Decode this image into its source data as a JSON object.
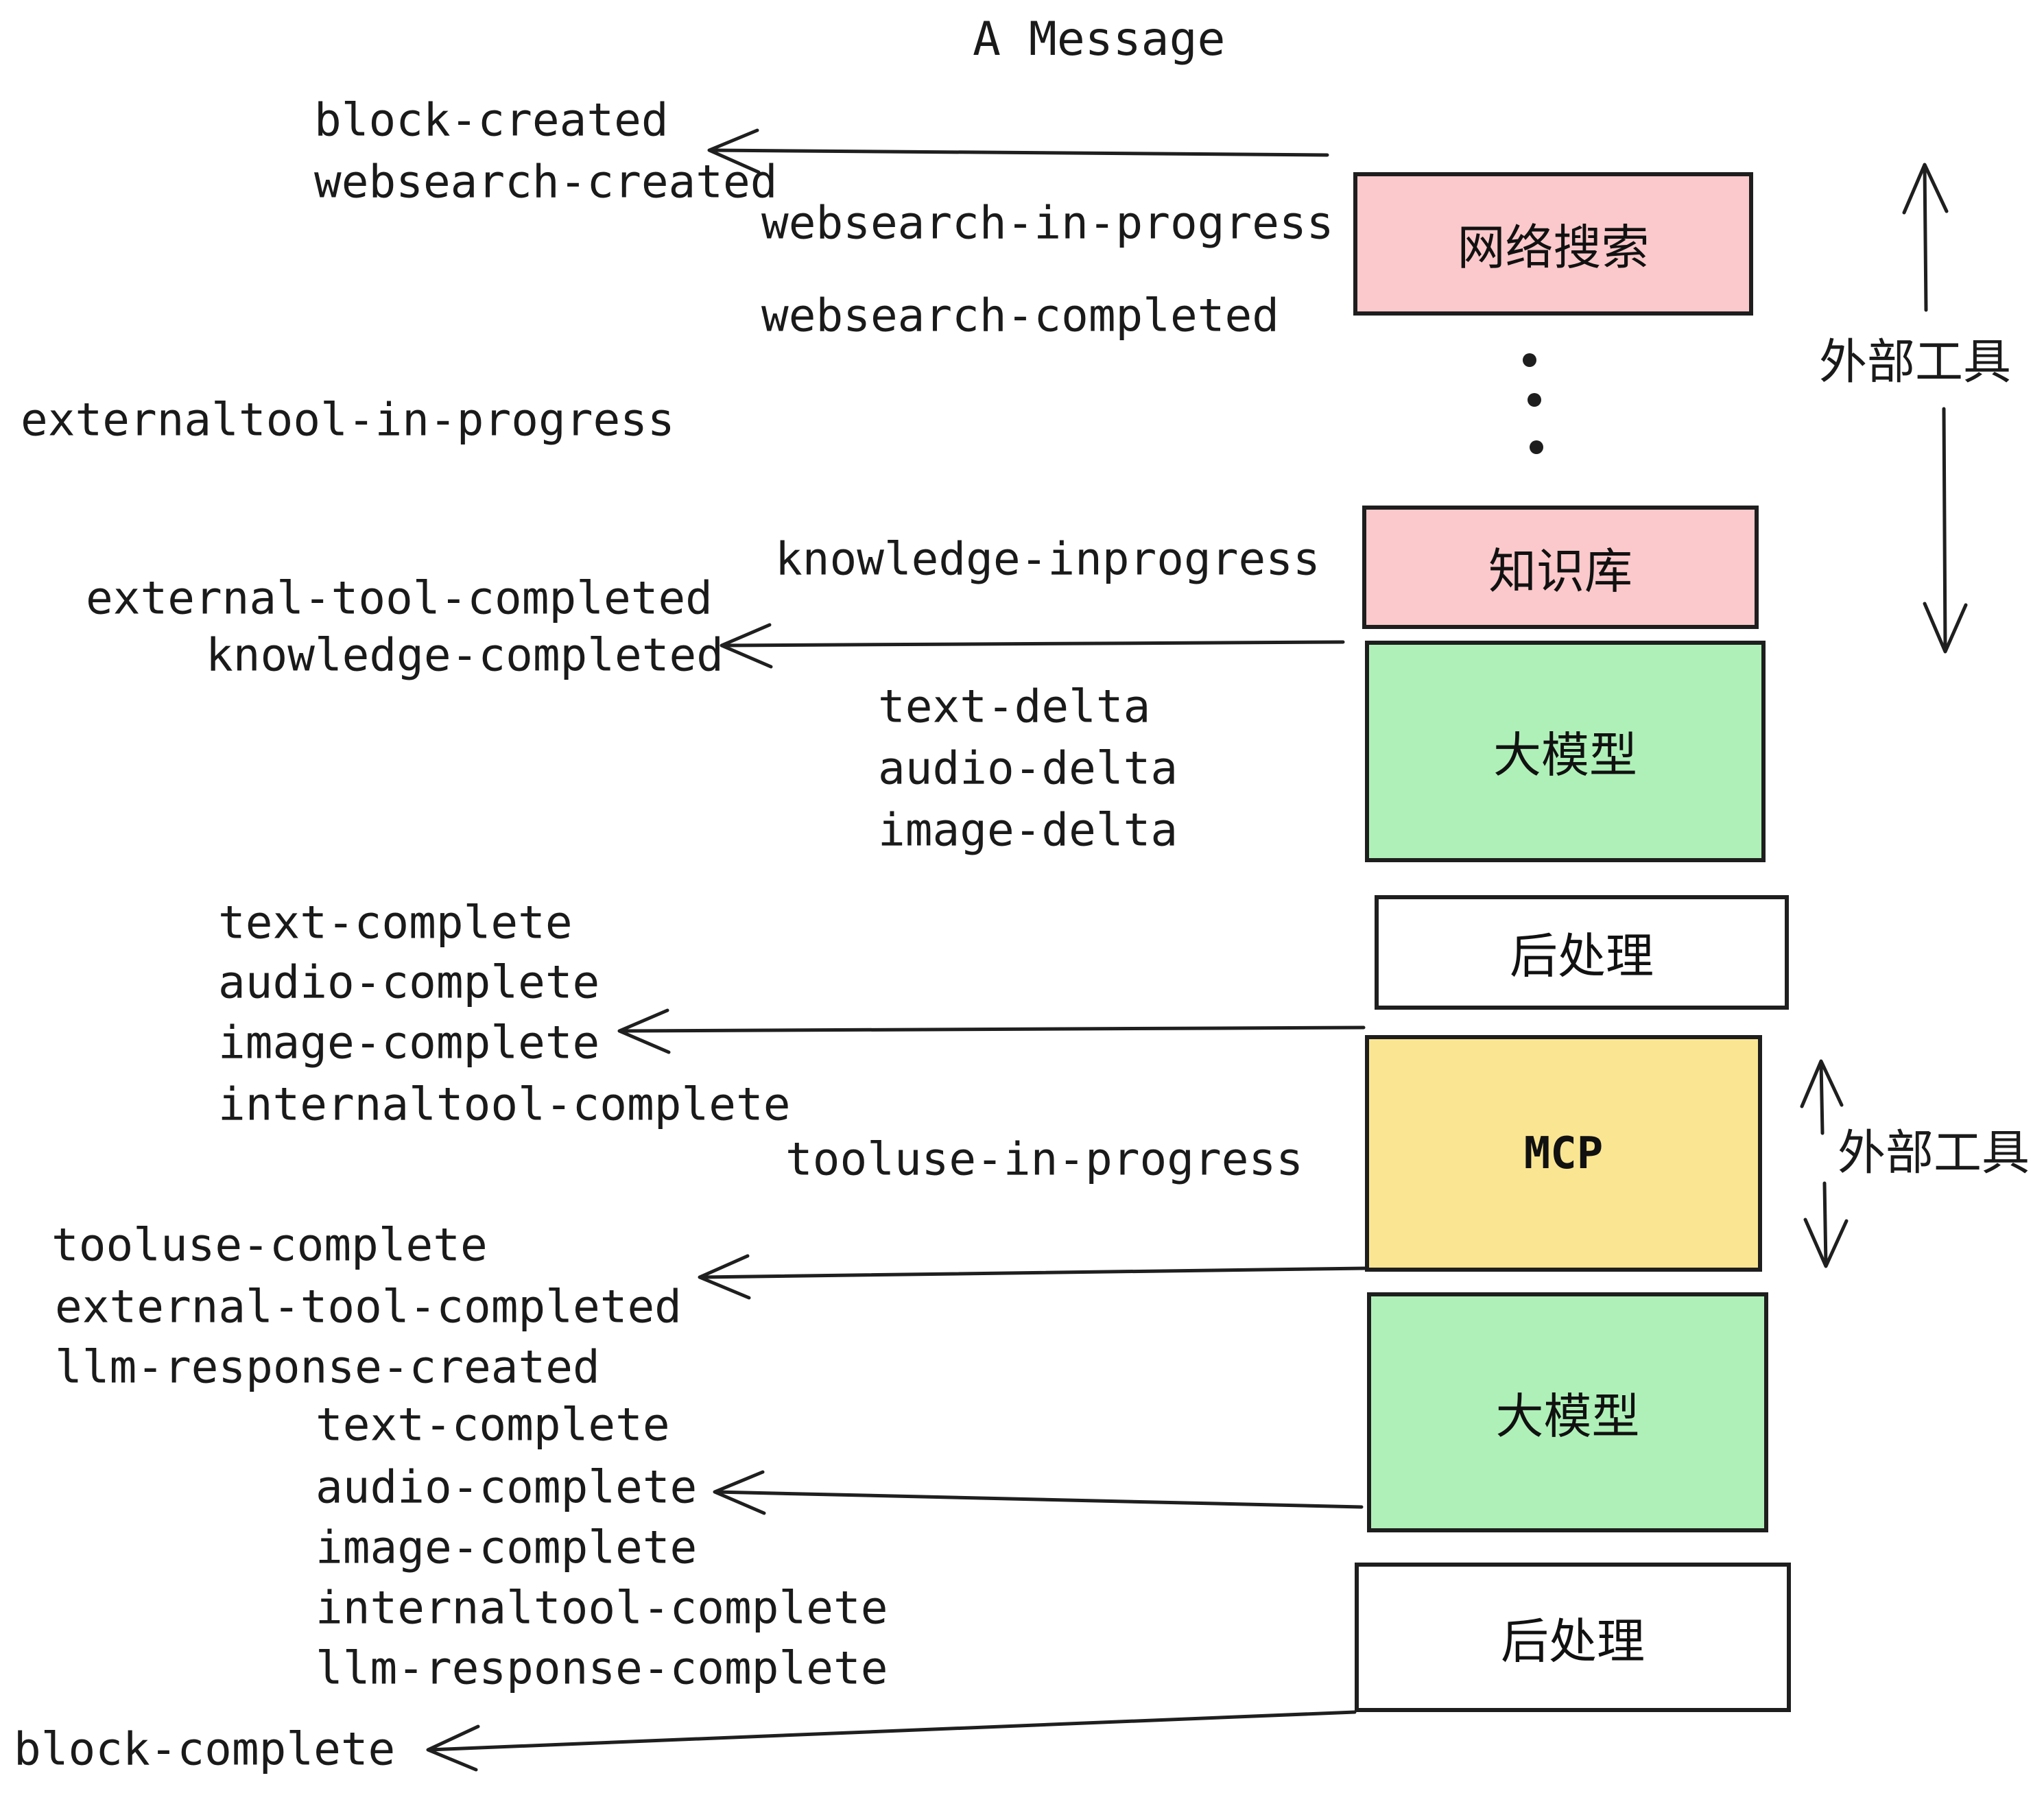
{
  "title": "A Message",
  "colors": {
    "box_pink": "#fbc9cb",
    "box_green": "#aff0b8",
    "box_yellow": "#fae592",
    "box_white": "#ffffff",
    "border": "#1e1e1e",
    "ink": "#1a1a1a"
  },
  "events": [
    {
      "label": "block-created"
    },
    {
      "label": "websearch-created"
    },
    {
      "label": "websearch-in-progress"
    },
    {
      "label": "websearch-completed"
    },
    {
      "label": "externaltool-in-progress"
    },
    {
      "label": "external-tool-completed"
    },
    {
      "label": "knowledge-completed"
    },
    {
      "label": "knowledge-inprogress"
    },
    {
      "label": "text-delta"
    },
    {
      "label": "audio-delta"
    },
    {
      "label": "image-delta"
    },
    {
      "label": "text-complete"
    },
    {
      "label": "audio-complete"
    },
    {
      "label": "image-complete"
    },
    {
      "label": "internaltool-complete"
    },
    {
      "label": "tooluse-in-progress"
    },
    {
      "label": "tooluse-complete"
    },
    {
      "label": "external-tool-completed"
    },
    {
      "label": "llm-response-created"
    },
    {
      "label": "text-complete"
    },
    {
      "label": "audio-complete"
    },
    {
      "label": "image-complete"
    },
    {
      "label": "internaltool-complete"
    },
    {
      "label": "llm-response-complete"
    },
    {
      "label": "block-complete"
    }
  ],
  "boxes": [
    {
      "label": "网络搜索",
      "color": "pink"
    },
    {
      "label": "知识库",
      "color": "pink"
    },
    {
      "label": "大模型",
      "color": "green"
    },
    {
      "label": "后处理",
      "color": "white"
    },
    {
      "label": "MCP",
      "color": "yellow"
    },
    {
      "label": "大模型",
      "color": "green"
    },
    {
      "label": "后处理",
      "color": "white"
    }
  ],
  "side_labels": [
    {
      "label": "外部工具"
    },
    {
      "label": "外部工具"
    }
  ]
}
